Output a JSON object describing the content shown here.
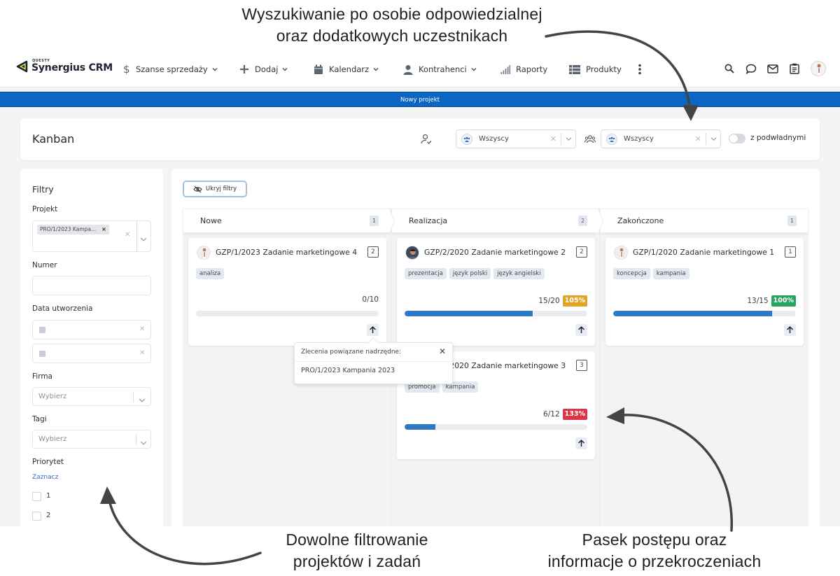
{
  "annotations": {
    "top": [
      "Wyszukiwanie po osobie odpowiedzialnej",
      "oraz dodatkowych uczestnikach"
    ],
    "bottom_left": [
      "Dowolne filtrowanie",
      "projektów i zadań"
    ],
    "bottom_right": [
      "Pasek postępu oraz",
      "informacje o przekroczeniach"
    ]
  },
  "header": {
    "logo_small": "QUESTY",
    "logo_main": "Synergius CRM",
    "nav": [
      {
        "label": "Szanse sprzedaży",
        "icon": "dollar-icon",
        "dropdown": true
      },
      {
        "label": "Dodaj",
        "icon": "plus-icon",
        "dropdown": true
      },
      {
        "label": "Kalendarz",
        "icon": "calendar-icon",
        "dropdown": true
      },
      {
        "label": "Kontrahenci",
        "icon": "user-icon",
        "dropdown": true
      },
      {
        "label": "Raporty",
        "icon": "bar-chart-icon",
        "dropdown": false
      },
      {
        "label": "Produkty",
        "icon": "list-icon",
        "dropdown": false
      }
    ],
    "right_icons": [
      "search-icon",
      "chat-icon",
      "mail-icon",
      "clipboard-icon",
      "avatar"
    ]
  },
  "banner": {
    "label": "Nowy projekt",
    "color": "#0a66c2"
  },
  "kanban_header": {
    "title": "Kanban",
    "responsible_select": {
      "value": "Wszyscy"
    },
    "participants_select": {
      "value": "Wszyscy"
    },
    "subordinates_toggle": {
      "label": "z podwładnymi",
      "on": false
    }
  },
  "filters": {
    "title": "Filtry",
    "project": {
      "label": "Projekt",
      "chip": "PRO/1/2023 Kampa..."
    },
    "number": {
      "label": "Numer",
      "value": ""
    },
    "created": {
      "label": "Data utworzenia"
    },
    "company": {
      "label": "Firma",
      "placeholder": "Wybierz"
    },
    "tags": {
      "label": "Tagi",
      "placeholder": "Wybierz"
    },
    "priority": {
      "label": "Priorytet",
      "select_link": "Zaznacz",
      "options": [
        "1",
        "2"
      ]
    }
  },
  "board": {
    "hide_filters": "Ukryj filtry",
    "columns": [
      {
        "name": "Nowe",
        "count": "1"
      },
      {
        "name": "Realizacja",
        "count": "2"
      },
      {
        "name": "Zakończone",
        "count": "1"
      }
    ],
    "cards": [
      {
        "title": "GZP/1/2023 Zadanie marketingowe 4",
        "num": "2",
        "tags": [
          "analiza"
        ],
        "progress": "0/10",
        "pct": "",
        "fill": 0,
        "pct_color": ""
      },
      {
        "title": "GZP/2/2020 Zadanie marketingowe 2",
        "num": "2",
        "tags": [
          "prezentacja",
          "język polski",
          "język angielski"
        ],
        "progress": "15/20",
        "pct": "105%",
        "fill": 70,
        "pct_color": "#e0a526"
      },
      {
        "title": "GZP/3/2020 Zadanie marketingowe 3",
        "num": "3",
        "tags": [
          "promocja",
          "kampania"
        ],
        "progress": "6/12",
        "pct": "133%",
        "fill": 17,
        "pct_color": "#dc3545"
      },
      {
        "title": "GZP/1/2020 Zadanie marketingowe 1",
        "num": "1",
        "tags": [
          "koncepcja",
          "kampania"
        ],
        "progress": "13/15",
        "pct": "100%",
        "fill": 87,
        "pct_color": "#28a460"
      }
    ],
    "popover": {
      "header": "Zlecenia powiązane nadrzędne:",
      "item": "PRO/1/2023 Kampania 2023"
    }
  }
}
